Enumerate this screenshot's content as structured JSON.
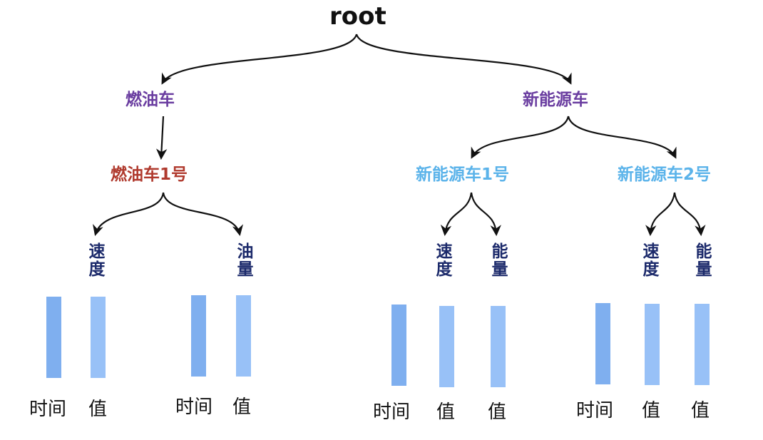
{
  "root": "root",
  "categories": {
    "fuel": "燃油车",
    "ev": "新能源车"
  },
  "cars": {
    "fuel1": "燃油车1号",
    "ev1": "新能源车1号",
    "ev2": "新能源车2号"
  },
  "metrics": {
    "fuel1_a": "速度",
    "fuel1_b": "油量",
    "ev1_a": "速度",
    "ev1_b": "能量",
    "ev2_a": "速度",
    "ev2_b": "能量"
  },
  "columns": {
    "time": "时间",
    "value": "值"
  },
  "colors": {
    "root": "#111111",
    "category": "#6a3da0",
    "fuel_car": "#b03a2e",
    "ev_car": "#5bb3ea",
    "metric": "#1c2a6b",
    "bar_time": "#7fafef",
    "bar_value": "#98c1f7"
  }
}
